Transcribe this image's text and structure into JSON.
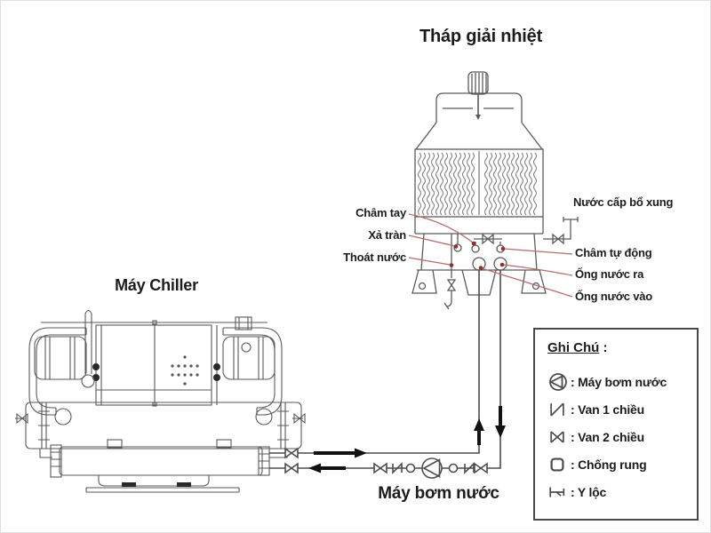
{
  "title": "Tháp giải nhiệt",
  "labels": {
    "chiller": "Máy Chiller",
    "pump": "Máy bơm nước",
    "cham_tay": "Châm tay",
    "xa_tran": "Xả tràn",
    "thoat_nuoc": "Thoát nước",
    "nuoc_cap_bo_xung": "Nước cấp bổ xung",
    "cham_tu_dong": "Châm tự động",
    "ong_nuoc_ra": "Ống nước ra",
    "ong_nuoc_vao": "Ống nước vào"
  },
  "legend": {
    "title": "Ghi Chú",
    "title_colon": " :",
    "items": [
      {
        "icon": "pump-icon",
        "label": ": Máy bơm nước"
      },
      {
        "icon": "check-valve-icon",
        "label": ": Van 1 chiều"
      },
      {
        "icon": "two-way-valve-icon",
        "label": ": Van 2 chiều"
      },
      {
        "icon": "vibration-damper-icon",
        "label": ": Chống rung"
      },
      {
        "icon": "y-strainer-icon",
        "label": ": Y lộc"
      }
    ]
  },
  "colors": {
    "machine_line": "#5a5a5a",
    "pipe_line": "#4d4d4d",
    "arrow": "#111111",
    "leader_line": "#b46e6e",
    "leader_dot": "#8f3030",
    "text": "#1c1c1c",
    "background": "#ffffff"
  }
}
